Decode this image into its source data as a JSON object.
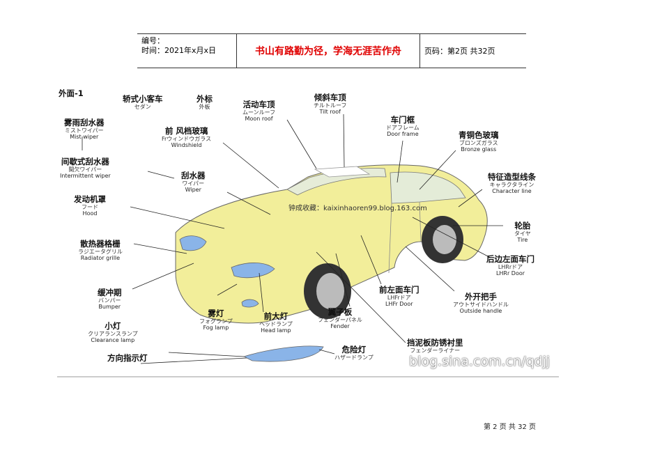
{
  "header": {
    "number_label": "编号：",
    "time_label": "时间：2021年x月x日",
    "motto": "书山有路勤为径，学海无涯苦作舟",
    "page_label": "页码：第2页 共32页"
  },
  "figure": {
    "section_label": "外面-1",
    "labels": [
      {
        "key": "sedan",
        "zh": "轿式小客车",
        "jp": "セダン",
        "en": ""
      },
      {
        "key": "exterior",
        "zh": "外标",
        "jp": "外板",
        "en": ""
      },
      {
        "key": "mist_wiper",
        "zh": "雾雨刮水器",
        "jp": "ミストワイパー",
        "en": "Mist wiper"
      },
      {
        "key": "int_wiper",
        "zh": "间歇式刮水器",
        "jp": "間欠ワイパー",
        "en": "Intermittent wiper"
      },
      {
        "key": "windshield",
        "zh": "前 风档玻璃",
        "jp": "Frウィンドウガラス",
        "en": "Windshield"
      },
      {
        "key": "moon_roof",
        "zh": "活动车顶",
        "jp": "ムーンルーフ",
        "en": "Moon roof"
      },
      {
        "key": "tilt_roof",
        "zh": "倾斜车顶",
        "jp": "チルトルーフ",
        "en": "Tilt roof"
      },
      {
        "key": "door_frame",
        "zh": "车门框",
        "jp": "ドアフレーム",
        "en": "Door frame"
      },
      {
        "key": "bronze_glass",
        "zh": "青铜色玻璃",
        "jp": "ブロンズガラス",
        "en": "Bronze glass"
      },
      {
        "key": "wiper",
        "zh": "刮水器",
        "jp": "ワイパー",
        "en": "Wiper"
      },
      {
        "key": "char_line",
        "zh": "特征造型线条",
        "jp": "キャラクタライン",
        "en": "Character line"
      },
      {
        "key": "hood",
        "zh": "发动机罩",
        "jp": "フード",
        "en": "Hood"
      },
      {
        "key": "tire",
        "zh": "轮胎",
        "jp": "タイヤ",
        "en": "Tire"
      },
      {
        "key": "grille",
        "zh": "散热器格栅",
        "jp": "ラジエータグリル",
        "en": "Radiator grille"
      },
      {
        "key": "lhr_door",
        "zh": "后边左面车门",
        "jp": "LHRrドア",
        "en": "LHRr Door"
      },
      {
        "key": "bumper",
        "zh": "缓冲期",
        "jp": "バンパー",
        "en": "Bumper"
      },
      {
        "key": "lhf_door",
        "zh": "前左面车门",
        "jp": "LHFrドア",
        "en": "LHFr Door"
      },
      {
        "key": "handle",
        "zh": "外开把手",
        "jp": "アウトサイドハンドル",
        "en": "Outside handle"
      },
      {
        "key": "fog",
        "zh": "雾灯",
        "jp": "フォグランプ",
        "en": "Fog lamp"
      },
      {
        "key": "head",
        "zh": "前大灯",
        "jp": "ヘッドランプ",
        "en": "Head lamp"
      },
      {
        "key": "fender",
        "zh": "翼子板",
        "jp": "フェンダーパネル",
        "en": "Fender"
      },
      {
        "key": "clearance",
        "zh": "小灯",
        "jp": "クリアランスランプ",
        "en": "Clearance lamp"
      },
      {
        "key": "liner",
        "zh": "挡泥板防锈衬里",
        "jp": "フェンダーライナー",
        "en": ""
      },
      {
        "key": "hazard",
        "zh": "危险灯",
        "jp": "ハザードランプ",
        "en": ""
      },
      {
        "key": "turn",
        "zh": "方向指示灯",
        "jp": "",
        "en": ""
      }
    ],
    "watermark": "钟成收藏：kaixinhaoren99.blog.163.com",
    "blog_watermark": "blog.sina.com.cn/qdjj"
  },
  "footer": {
    "page_text": "第 2 页 共 32 页"
  },
  "colors": {
    "car_body": "#f2ee9a",
    "glass": "#e4ecd8",
    "headlamp": "#8ab4e8",
    "motto": "#e00000"
  }
}
